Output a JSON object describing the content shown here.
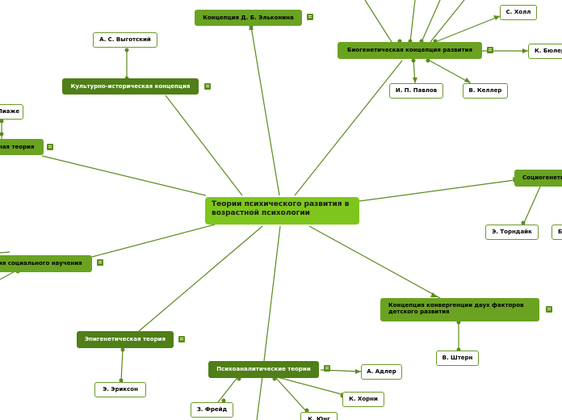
{
  "central": "Теории психического развития в возрастной психологии",
  "concept_elkonin": "Концепция Д. Б. Эльконина",
  "biogenetic": "Биогенетическая концепция развития",
  "cultural_historical": "Культурно-историческая концепция",
  "vygotsky": "А. С. Выготский",
  "piaget": "Пиаже",
  "cognitive_theory": "ная теория",
  "social_learning": "ия социального научения",
  "epigenetic": "Эпигенетическая теория",
  "erikson": "Э. Эриксон",
  "psychoanalytic": "Психоаналитические теории",
  "adler": "А. Адлер",
  "horney": "К. Хорни",
  "freud": "З. Фрейд",
  "jung": "К. Юнг",
  "convergence": "Концепция конвергенции двух факторов детского развития",
  "stern": "В. Штерн",
  "sociogenetic": "Социогенети",
  "thorndike": "Э. Торндайк",
  "b_partial": "Б",
  "hall": "С. Холл",
  "buhler": "К. Бюлер",
  "pavlov": "И. П. Павлов",
  "keller": "В. Келлер",
  "colors": {
    "main": "#6aa321",
    "dark": "#4f7f16",
    "central": "#7ec61c",
    "line": "#5b8a1e"
  }
}
